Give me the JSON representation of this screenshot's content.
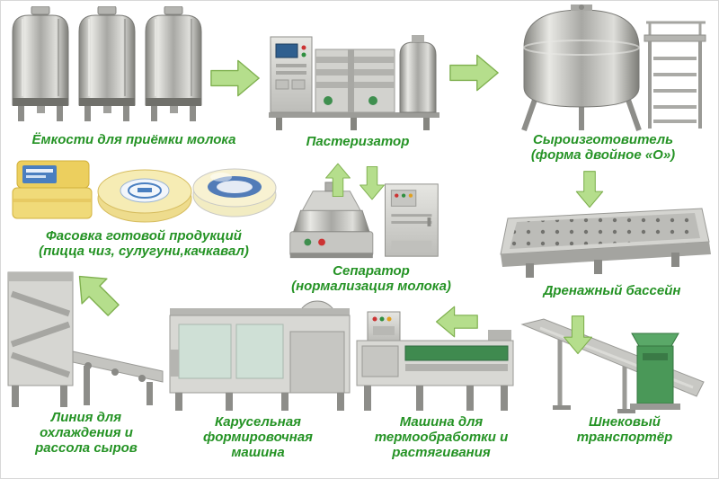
{
  "diagram": {
    "colors": {
      "label_text": "#259325",
      "arrow_fill": "#b5de8c",
      "arrow_stroke": "#7fb04f",
      "background": "#ffffff"
    },
    "nodes": {
      "tanks": {
        "label": [
          "Ёмкости для приёмки молока"
        ]
      },
      "pasteurizer": {
        "label": [
          "Пастеризатор"
        ]
      },
      "cheesemaker": {
        "label": [
          "Сыроизготовитель",
          "(форма двойное «О»)"
        ]
      },
      "packaging": {
        "label": [
          "Фасовка готовой продукций",
          "(пицца чиз, сулугуни,качкавал)"
        ]
      },
      "separator": {
        "label": [
          "Сепаратор",
          "(нормализация молока)"
        ]
      },
      "drainage": {
        "label": [
          "Дренажный бассейн"
        ]
      },
      "cooling": {
        "label": [
          "Линия для",
          "охлаждения и",
          "рассола сыров"
        ]
      },
      "carousel": {
        "label": [
          "Карусельная",
          "формировочная",
          "машина"
        ]
      },
      "thermo": {
        "label": [
          "Машина для",
          "термообработки и",
          "растягивания"
        ]
      },
      "screw": {
        "label": [
          "Шнековый",
          "транспортёр"
        ]
      }
    },
    "arrows": [
      {
        "from": "tanks",
        "to": "pasteurizer",
        "direction": "right"
      },
      {
        "from": "pasteurizer",
        "to": "cheesemaker",
        "direction": "right"
      },
      {
        "from": "separator",
        "to": "pasteurizer",
        "direction": "up"
      },
      {
        "from": "pasteurizer",
        "to": "separator",
        "direction": "down"
      },
      {
        "from": "cheesemaker",
        "to": "drainage",
        "direction": "down"
      },
      {
        "from": "drainage",
        "to": "screw",
        "direction": "down"
      },
      {
        "from": "screw",
        "to": "thermo",
        "direction": "left"
      },
      {
        "from": "cooling",
        "to": "packaging",
        "direction": "up-left"
      }
    ]
  }
}
